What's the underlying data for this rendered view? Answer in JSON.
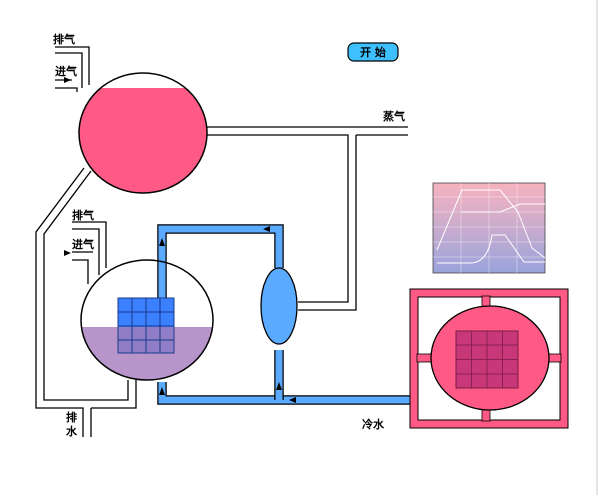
{
  "labels": {
    "top_exhaust": "排气",
    "top_intake": "进气",
    "steam": "蒸气",
    "mid_exhaust": "排气",
    "mid_intake": "进气",
    "drain_line1": "排",
    "drain_line2": "水",
    "cold_water": "冷水"
  },
  "buttons": {
    "start": "开 始"
  },
  "colors": {
    "pink_tank": "#ff5a85",
    "purple_liquid": "#b795cb",
    "blue_pipe": "#5aaaff",
    "grid_fill": "#3a80ff",
    "start_button": "#3ec0ff",
    "frame_pink": "#ff5a85",
    "grid_dark": "#c83878"
  },
  "icons": [
    "arrow-right-icon",
    "arrow-up-icon",
    "arrow-left-icon"
  ]
}
